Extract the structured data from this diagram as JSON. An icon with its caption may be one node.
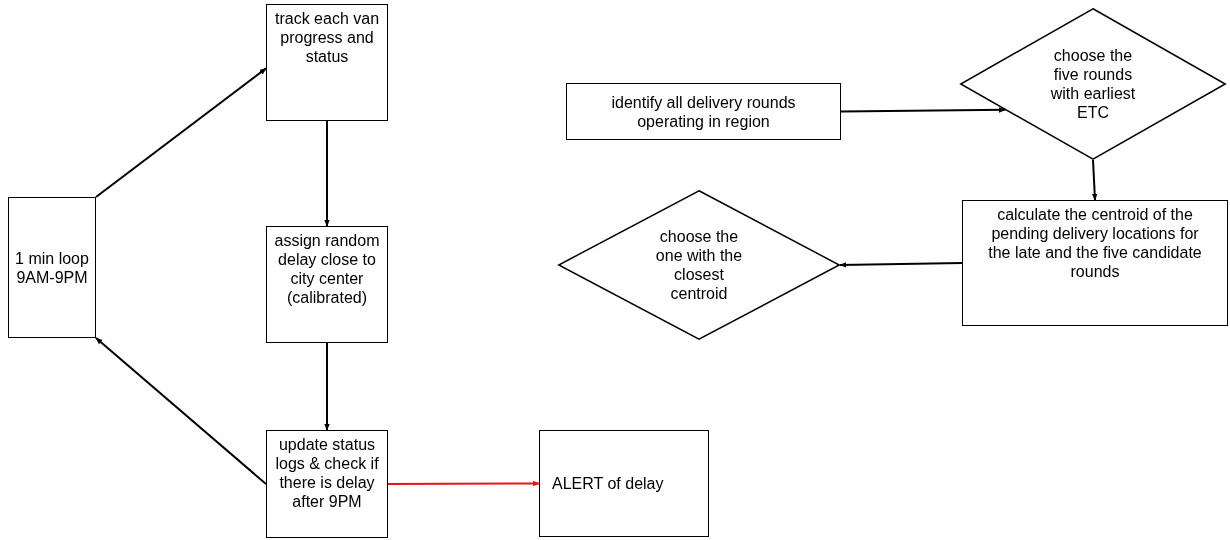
{
  "diagram": {
    "nodes": [
      {
        "text": [
          "1 min loop 9AM-9PM"
        ]
      },
      {
        "text": [
          "track each van progress and status"
        ]
      },
      {
        "text": [
          "assign random delay close to city center (calibrated)"
        ]
      },
      {
        "text": [
          "update status logs & check if there is delay after 9PM"
        ]
      },
      {
        "text": [
          "ALERT of delay"
        ]
      },
      {
        "text": [
          "identify all delivery rounds operating in region"
        ]
      },
      {
        "text": [
          "choose the five rounds with earliest ETC"
        ]
      },
      {
        "text": [
          "calculate the centroid of the pending delivery locations for the late and the five candidate rounds"
        ]
      },
      {
        "text": [
          "choose the one with the closest centroid"
        ]
      }
    ],
    "edges": [
      {
        "from": 0,
        "to": 1,
        "arrow": "to"
      },
      {
        "from": 1,
        "to": 2,
        "arrow": "to"
      },
      {
        "from": 2,
        "to": 3,
        "arrow": "to"
      },
      {
        "from": 3,
        "to": 0,
        "arrow": "to"
      },
      {
        "from": 3,
        "to": 4,
        "arrow": "to",
        "color": "#e8141b"
      },
      {
        "from": 5,
        "to": 6,
        "arrow": "to"
      },
      {
        "from": 6,
        "to": 7,
        "arrow": "to"
      },
      {
        "from": 7,
        "to": 8,
        "arrow": "to"
      }
    ]
  }
}
